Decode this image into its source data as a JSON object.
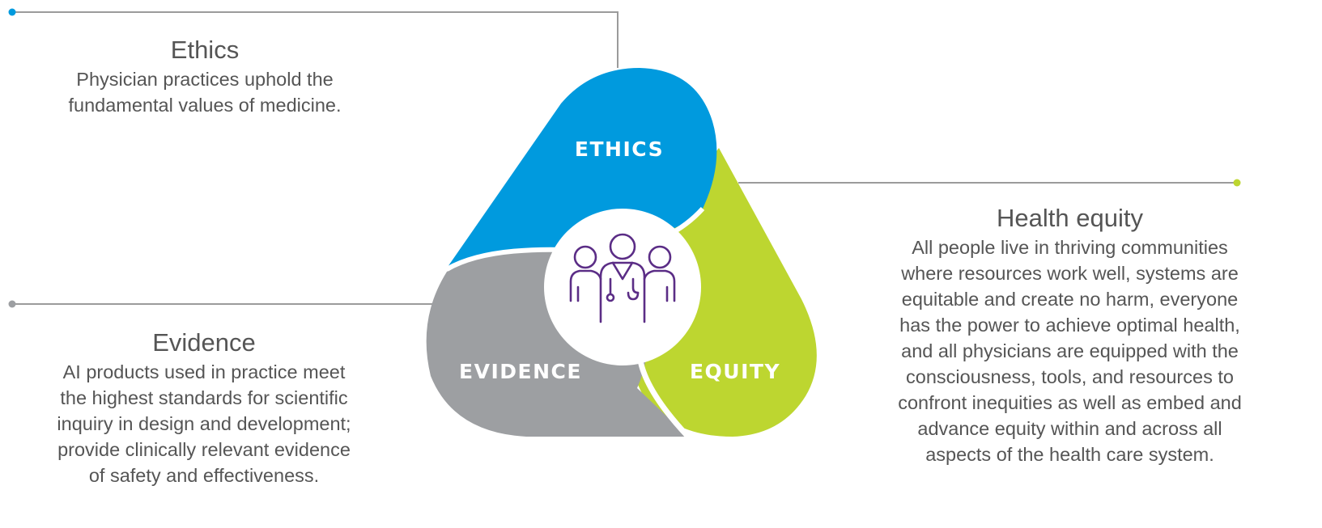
{
  "ethics": {
    "title": "Ethics",
    "lines": [
      "Physician practices uphold the",
      "fundamental values of medicine."
    ],
    "segment_label": "ETHICS",
    "color": "#009ADE"
  },
  "evidence": {
    "title": "Evidence",
    "lines": [
      "AI products used in practice meet",
      "the highest standards for scientific",
      "inquiry in design and development;",
      "provide clinically relevant evidence",
      "of safety and effectiveness."
    ],
    "segment_label": "EVIDENCE",
    "color": "#9D9FA2"
  },
  "equity": {
    "title": "Health equity",
    "lines": [
      "All people live in thriving communities",
      "where resources work well, systems are",
      "equitable and create no harm, everyone",
      "has the power to achieve optimal health,",
      "and all physicians are equipped with the",
      "consciousness, tools, and resources to",
      "confront inequities as well as embed and",
      "advance equity within and across all",
      "aspects of the health care system."
    ],
    "segment_label": "EQUITY",
    "color": "#BDD630"
  },
  "center_icon": "physician-team-icon",
  "icon_color": "#5B2D86"
}
